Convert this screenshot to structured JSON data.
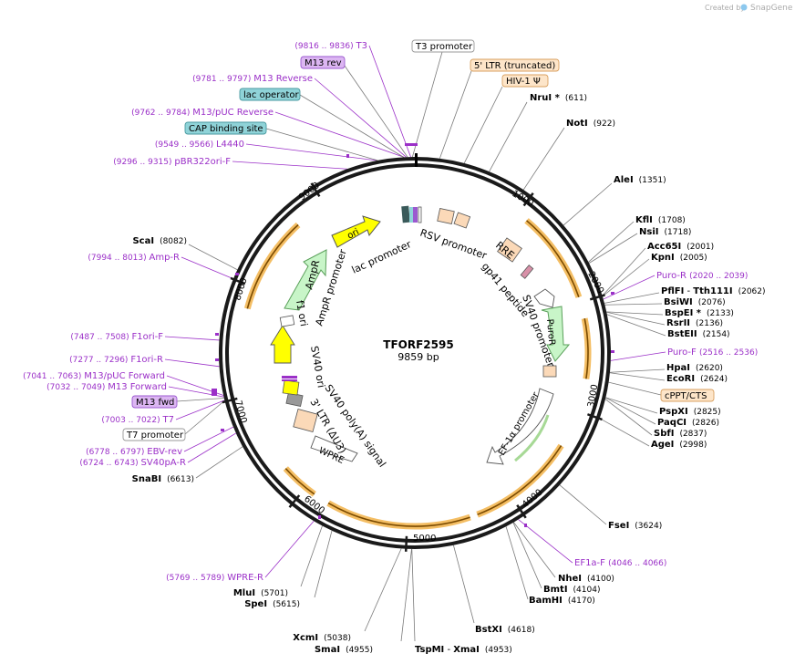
{
  "watermark": {
    "prefix": "Created by",
    "brand": "SnapGene"
  },
  "plasmid": {
    "name": "TFORF2595",
    "length_label": "9859 bp",
    "length": 9859
  },
  "ticks": [
    "1000",
    "2000",
    "3000",
    "4000",
    "5000",
    "6000",
    "7000",
    "8000",
    "9000"
  ],
  "colors": {
    "site": "#000000",
    "primer": "#9b30c8",
    "backbone": "#1a1a1a",
    "orf_fill": "#c8f5c8",
    "orf_stroke": "#5aa05a",
    "ori_fill": "#ffff00",
    "ltr_fill": "#fbd9b8",
    "pill_gray": "#cfd3d6",
    "pill_teal": "#8fd3d8",
    "pill_violet": "#dcb6f2",
    "pill_peach": "#fde5c9",
    "orange_arrow": "#f0a830",
    "leader": "#7a7a7a"
  },
  "enzymes": [
    {
      "name": "NruI",
      "star": true,
      "pos": "(611)"
    },
    {
      "name": "NotI",
      "pos": "(922)"
    },
    {
      "name": "AleI",
      "pos": "(1351)"
    },
    {
      "name": "KflI",
      "pos": "(1708)"
    },
    {
      "name": "NsiI",
      "pos": "(1718)"
    },
    {
      "name": "Acc65I",
      "pos": "(2001)"
    },
    {
      "name": "KpnI",
      "pos": "(2005)"
    },
    {
      "name": "PflFI",
      "dash": "-",
      "name2": "Tth111I",
      "pos": "(2062)"
    },
    {
      "name": "BsiWI",
      "pos": "(2076)"
    },
    {
      "name": "BspEI",
      "star": true,
      "pos": "(2133)"
    },
    {
      "name": "RsrII",
      "pos": "(2136)"
    },
    {
      "name": "BstEII",
      "pos": "(2154)"
    },
    {
      "name": "HpaI",
      "pos": "(2620)"
    },
    {
      "name": "EcoRI",
      "pos": "(2624)"
    },
    {
      "name": "PspXI",
      "pos": "(2825)"
    },
    {
      "name": "PaqCI",
      "pos": "(2826)"
    },
    {
      "name": "SbfI",
      "pos": "(2837)"
    },
    {
      "name": "AgeI",
      "pos": "(2998)"
    },
    {
      "name": "FseI",
      "pos": "(3624)"
    },
    {
      "name": "NheI",
      "pos": "(4100)"
    },
    {
      "name": "BmtI",
      "pos": "(4104)"
    },
    {
      "name": "BamHI",
      "pos": "(4170)"
    },
    {
      "name": "BstXI",
      "pos": "(4618)"
    },
    {
      "name": "TspMI",
      "dash": "-",
      "name2": "XmaI",
      "pos": "(4953)"
    },
    {
      "name": "SmaI",
      "pos": "(4955)"
    },
    {
      "name": "XcmI",
      "pos": "(5038)"
    },
    {
      "name": "SpeI",
      "pos": "(5615)"
    },
    {
      "name": "MluI",
      "pos": "(5701)"
    },
    {
      "name": "SnaBI",
      "pos": "(6613)"
    },
    {
      "name": "ScaI",
      "pos": "(8082)"
    }
  ],
  "primers": [
    {
      "name": "T3",
      "range": "(9816 .. 9836)"
    },
    {
      "name": "M13 Reverse",
      "range": "(9781 .. 9797)"
    },
    {
      "name": "M13/pUC Reverse",
      "range": "(9762 .. 9784)"
    },
    {
      "name": "L4440",
      "range": "(9549 .. 9566)"
    },
    {
      "name": "pBR322ori-F",
      "range": "(9296 .. 9315)"
    },
    {
      "name": "Amp-R",
      "range": "(7994 .. 8013)"
    },
    {
      "name": "F1ori-F",
      "range": "(7487 .. 7508)"
    },
    {
      "name": "F1ori-R",
      "range": "(7277 .. 7296)"
    },
    {
      "name": "M13/pUC Forward",
      "range": "(7041 .. 7063)"
    },
    {
      "name": "M13 Forward",
      "range": "(7032 .. 7049)"
    },
    {
      "name": "T7",
      "range": "(7003 .. 7022)"
    },
    {
      "name": "EBV-rev",
      "range": "(6778 .. 6797)"
    },
    {
      "name": "SV40pA-R",
      "range": "(6724 .. 6743)"
    },
    {
      "name": "WPRE-R",
      "range": "(5769 .. 5789)"
    },
    {
      "name": "Puro-R",
      "range": "(2020 .. 2039)"
    },
    {
      "name": "Puro-F",
      "range": "(2516 .. 2536)"
    },
    {
      "name": "EF1a-F",
      "range": "(4046 .. 4066)"
    }
  ],
  "boxes": {
    "t3_promoter": "T3 promoter",
    "m13_rev": "M13 rev",
    "lac_operator": "lac operator",
    "cap_site": "CAP binding site",
    "ltr5": "5' LTR (truncated)",
    "hiv": "HIV-1 Ψ",
    "cppt": "cPPT/CTS",
    "m13_fwd": "M13 fwd",
    "t7_promoter": "T7 promoter"
  },
  "features": {
    "ori": "ori",
    "lac_promoter": "lac promoter",
    "rsv_promoter": "RSV promoter",
    "rre": "RRE",
    "gp41": "gp41 peptide",
    "sv40_promoter": "SV40 promoter",
    "puror": "PuroR",
    "ef1a": "EF-1α promoter",
    "wpre": "WPRE",
    "ltr3": "3' LTR (ΔU3)",
    "sv40_polya": "SV40 poly(A) signal",
    "sv40_ori": "SV40 ori",
    "f1_ori": "f1 ori",
    "ampr": "AmpR",
    "ampr_promoter": "AmpR promoter"
  }
}
